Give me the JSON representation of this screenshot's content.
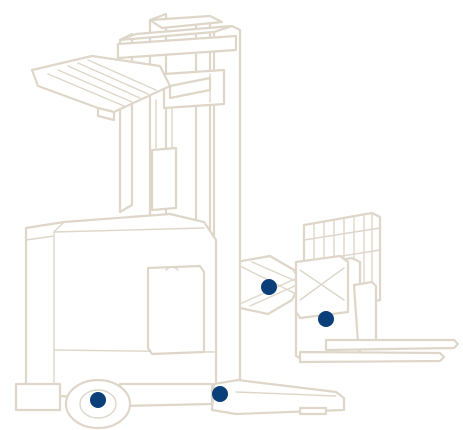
{
  "illustration": {
    "subject": "reach-truck-forklift",
    "icon": "forklift-line-drawing",
    "line_color": "#ded6c9",
    "background_color": "#ffffff"
  },
  "hotspots": {
    "color": "#0b3f7a",
    "items": [
      {
        "name": "hotspot-scissor-reach"
      },
      {
        "name": "hotspot-carriage"
      },
      {
        "name": "hotspot-load-wheel"
      },
      {
        "name": "hotspot-drive-wheel"
      }
    ]
  }
}
